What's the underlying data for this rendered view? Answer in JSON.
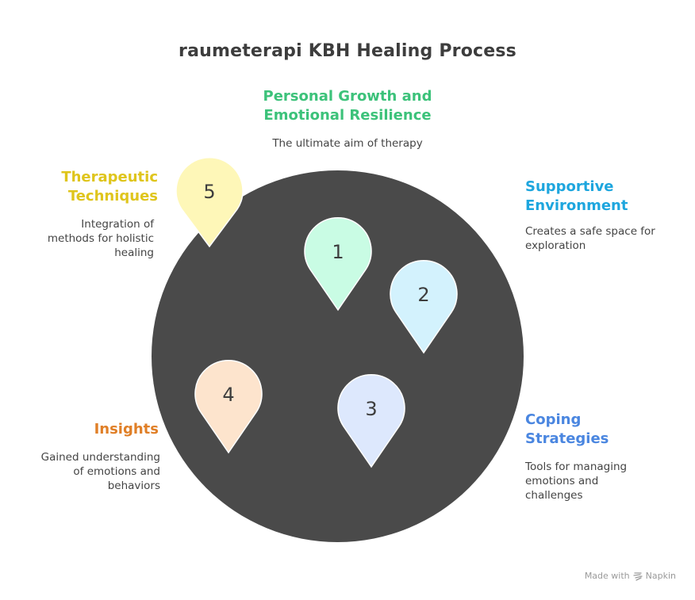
{
  "title": "raumeterapi KBH Healing Process",
  "background_circle_color": "#4a4a4a",
  "pins": [
    {
      "number": "1",
      "fill": "#c9fce4"
    },
    {
      "number": "2",
      "fill": "#d3f2fd"
    },
    {
      "number": "3",
      "fill": "#dde8fd"
    },
    {
      "number": "4",
      "fill": "#fde4cd"
    },
    {
      "number": "5",
      "fill": "#fef7b8"
    }
  ],
  "items": {
    "personal_growth": {
      "heading_line1": "Personal Growth and",
      "heading_line2": "Emotional Resilience",
      "description": "The ultimate aim of therapy",
      "color": "#3cc27a"
    },
    "supportive_environment": {
      "heading_line1": "Supportive",
      "heading_line2": "Environment",
      "description_line1": "Creates a safe space for",
      "description_line2": "exploration",
      "color": "#1ea6de"
    },
    "coping_strategies": {
      "heading_line1": "Coping",
      "heading_line2": "Strategies",
      "description_line1": "Tools for managing",
      "description_line2": "emotions and",
      "description_line3": "challenges",
      "color": "#4a86e0"
    },
    "insights": {
      "heading": "Insights",
      "description_line1": "Gained understanding",
      "description_line2": "of emotions and",
      "description_line3": "behaviors",
      "color": "#e07f27"
    },
    "therapeutic_techniques": {
      "heading_line1": "Therapeutic",
      "heading_line2": "Techniques",
      "description_line1": "Integration of",
      "description_line2": "methods for holistic",
      "description_line3": "healing",
      "color": "#dfc51c"
    }
  },
  "footer": {
    "made_with": "Made with",
    "brand": "Napkin",
    "icon": "napkin-logo-icon"
  }
}
